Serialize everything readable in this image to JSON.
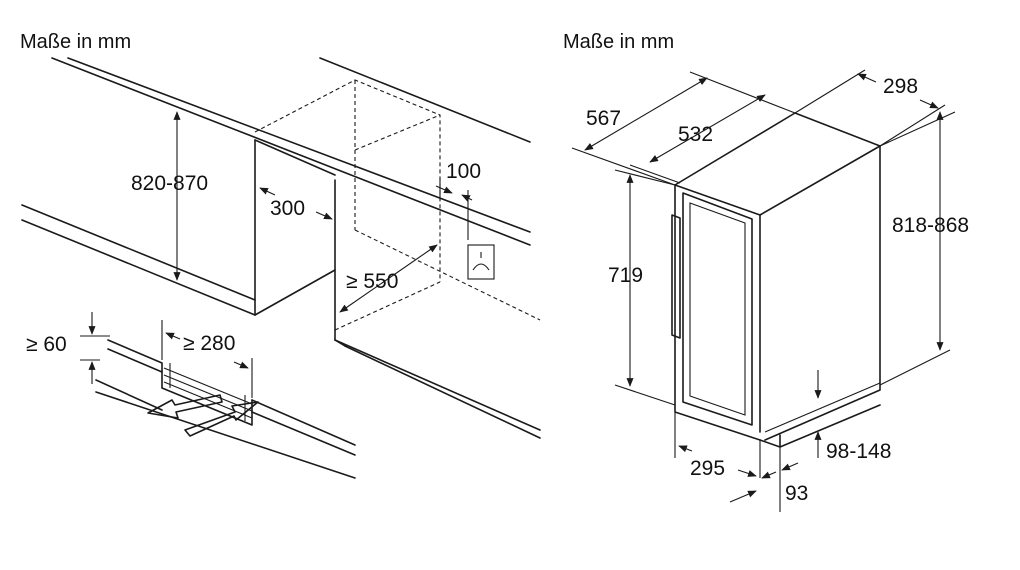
{
  "left_panel": {
    "title": "Maße in mm",
    "dimensions": {
      "height_niche": "820-870",
      "depth_top": "300",
      "outlet_offset": "100",
      "depth_min": "≥ 550",
      "vent_height": "≥ 60",
      "vent_width": "≥ 280"
    }
  },
  "right_panel": {
    "title": "Maße in mm",
    "dimensions": {
      "depth_total": "567",
      "depth_body": "532",
      "width": "298",
      "height_total": "818-868",
      "door_height": "719",
      "plinth_height": "98-148",
      "width_front": "295",
      "plinth_recess": "93"
    }
  }
}
